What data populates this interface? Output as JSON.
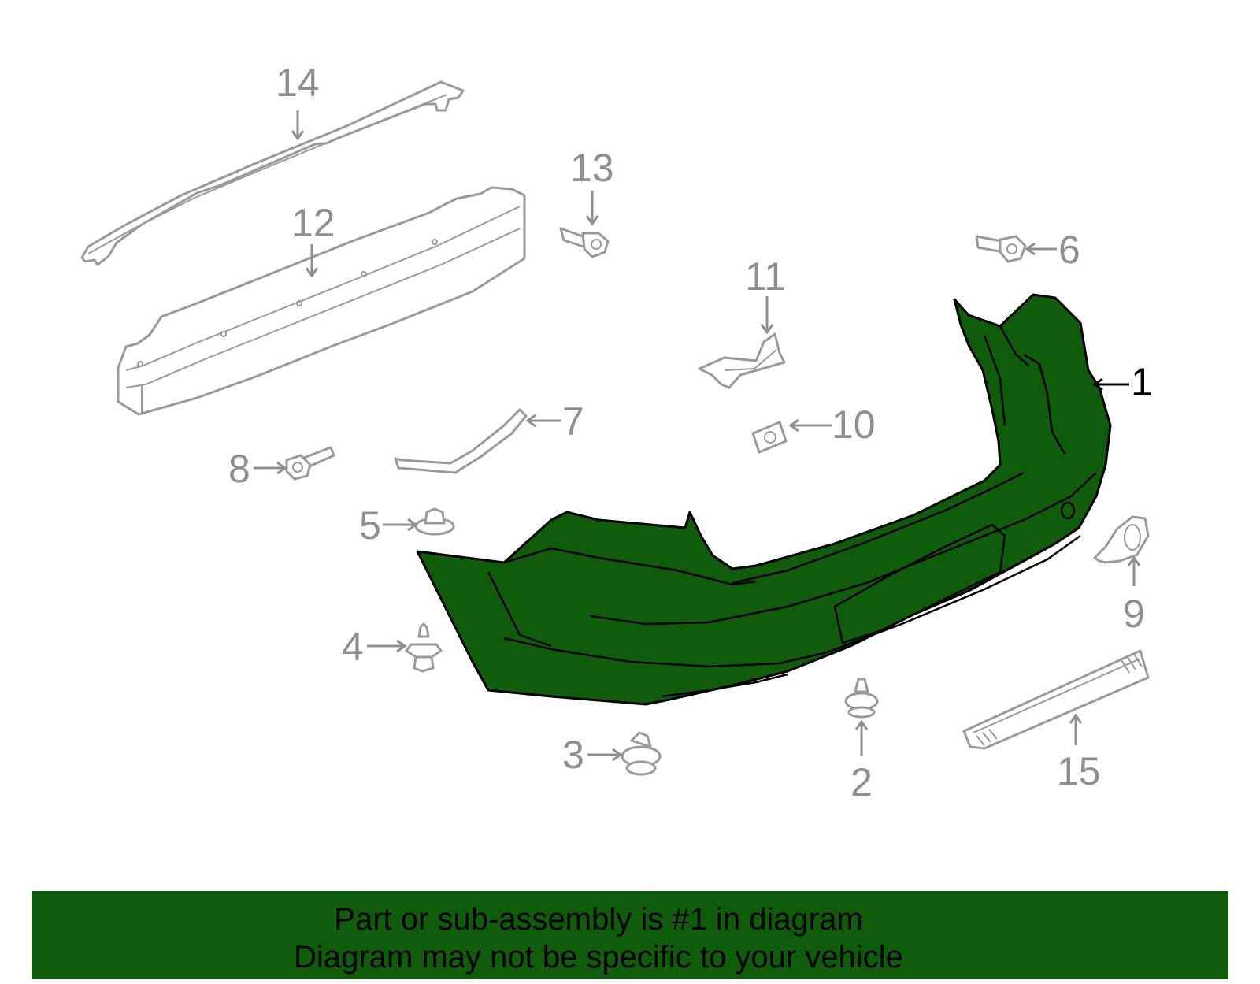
{
  "diagram": {
    "highlighted_part": "1",
    "callouts": {
      "p1": "1",
      "p2": "2",
      "p3": "3",
      "p4": "4",
      "p5": "5",
      "p6": "6",
      "p7": "7",
      "p8": "8",
      "p9": "9",
      "p10": "10",
      "p11": "11",
      "p12": "12",
      "p13": "13",
      "p14": "14",
      "p15": "15"
    },
    "colors": {
      "highlight": "#0f5c0a",
      "parts": "#9a9a9a",
      "labels": "#8f8f8f"
    }
  },
  "banner": {
    "line1": "Part or sub-assembly is #1 in diagram",
    "line2": "Diagram may not be specific to your vehicle"
  }
}
